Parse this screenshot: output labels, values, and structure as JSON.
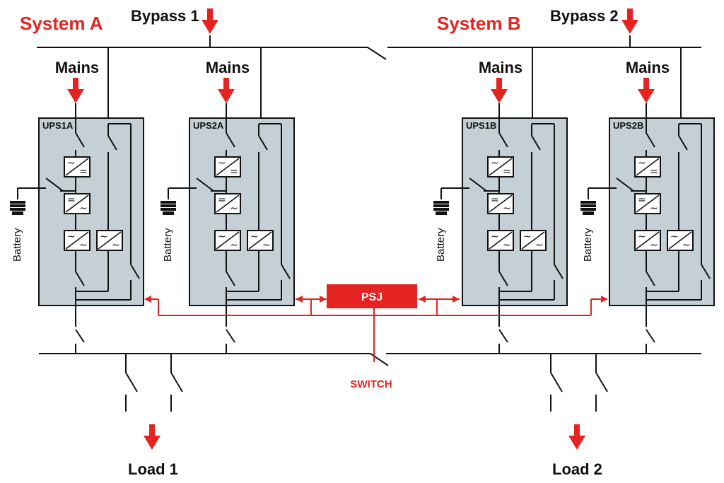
{
  "colors": {
    "accent": "#e52421",
    "ups_fill": "#c5d0d6",
    "line": "#111111"
  },
  "systems": {
    "a_label": "System A",
    "b_label": "System B"
  },
  "bypass": {
    "b1_label": "Bypass 1",
    "b2_label": "Bypass 2"
  },
  "mains_label": "Mains",
  "ups_units": [
    {
      "label": "UPS1A"
    },
    {
      "label": "UPS2A"
    },
    {
      "label": "UPS1B"
    },
    {
      "label": "UPS2B"
    }
  ],
  "battery_label": "Battery",
  "psj_label": "PSJ",
  "switch_label": "SWITCH",
  "loads": {
    "load1_label": "Load 1",
    "load2_label": "Load 2"
  }
}
